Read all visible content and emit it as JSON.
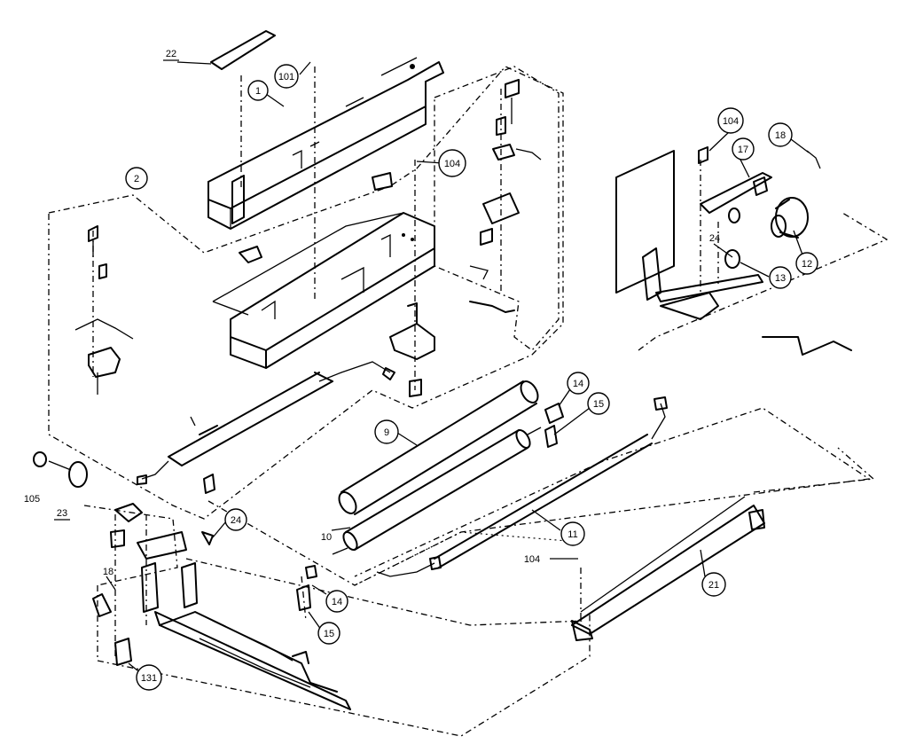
{
  "diagram": {
    "callouts": [
      {
        "id": "c22",
        "label": "22",
        "underline": true
      },
      {
        "id": "c101",
        "label": "101"
      },
      {
        "id": "c1",
        "label": "1"
      },
      {
        "id": "c2",
        "label": "2"
      },
      {
        "id": "c104a",
        "label": "104"
      },
      {
        "id": "c104b",
        "label": "104"
      },
      {
        "id": "c17",
        "label": "17"
      },
      {
        "id": "c18a",
        "label": "18"
      },
      {
        "id": "c24a",
        "label": "24"
      },
      {
        "id": "c12",
        "label": "12"
      },
      {
        "id": "c13",
        "label": "13"
      },
      {
        "id": "c14a",
        "label": "14"
      },
      {
        "id": "c15a",
        "label": "15"
      },
      {
        "id": "c9",
        "label": "9"
      },
      {
        "id": "c105",
        "label": "105"
      },
      {
        "id": "c23",
        "label": "23",
        "underline": true
      },
      {
        "id": "c24b",
        "label": "24"
      },
      {
        "id": "c10",
        "label": "10"
      },
      {
        "id": "c11",
        "label": "11"
      },
      {
        "id": "c104c",
        "label": "104"
      },
      {
        "id": "c21",
        "label": "21"
      },
      {
        "id": "c18b",
        "label": "18"
      },
      {
        "id": "c14b",
        "label": "14"
      },
      {
        "id": "c15b",
        "label": "15"
      },
      {
        "id": "c131",
        "label": "131"
      }
    ]
  }
}
